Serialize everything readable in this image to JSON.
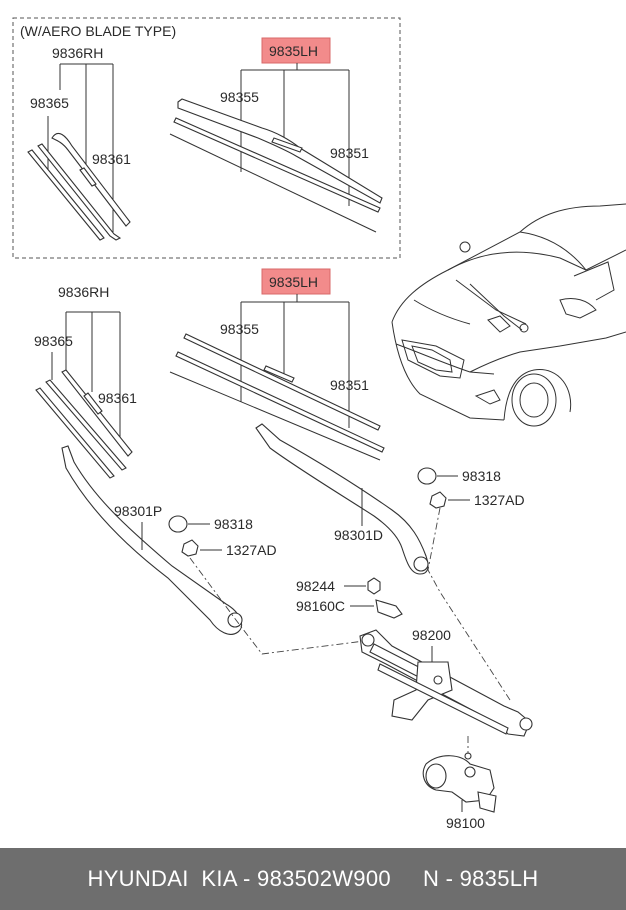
{
  "inset": {
    "title": "(W/AERO BLADE TYPE)"
  },
  "labels": {
    "rh_top": "9836RH",
    "rh_98365_top": "98365",
    "rh_98361_top": "98361",
    "lh_top": "9835LH",
    "lh_98355_top": "98355",
    "lh_98351_top": "98351",
    "rh_bottom": "9836RH",
    "rh_98365_bottom": "98365",
    "rh_98361_bottom": "98361",
    "lh_bottom": "9835LH",
    "lh_98355_bottom": "98355",
    "lh_98351_bottom": "98351",
    "cap_right": "98318",
    "nut_right": "1327AD",
    "arm_left": "98301P",
    "cap_left": "98318",
    "nut_left": "1327AD",
    "arm_right": "98301D",
    "nut_98244": "98244",
    "bracket_98160c": "98160C",
    "linkage": "98200",
    "motor": "98100"
  },
  "footer": {
    "text": "HYUNDAI  KIA - 983502W900     N - 9835LH"
  },
  "colors": {
    "highlight": "#f28b8b",
    "footer_bg": "#6e6e6e"
  }
}
